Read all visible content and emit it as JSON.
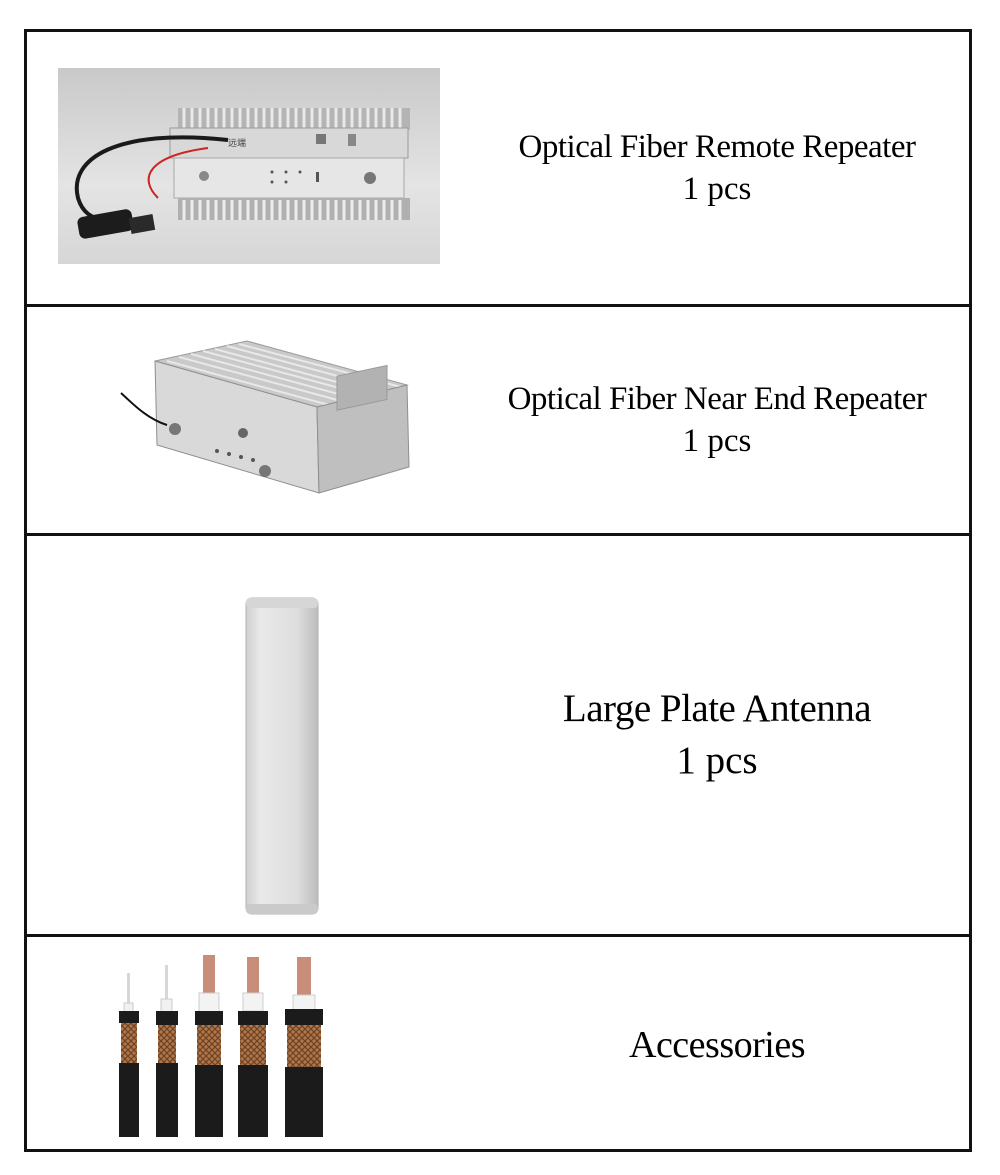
{
  "items": [
    {
      "name": "Optical Fiber Remote Repeater",
      "qty": "1 pcs",
      "image_label": "远端"
    },
    {
      "name": "Optical Fiber Near End Repeater",
      "qty": "1 pcs"
    },
    {
      "name": "Large Plate Antenna",
      "qty": "1 pcs"
    },
    {
      "name": "Accessories"
    }
  ]
}
